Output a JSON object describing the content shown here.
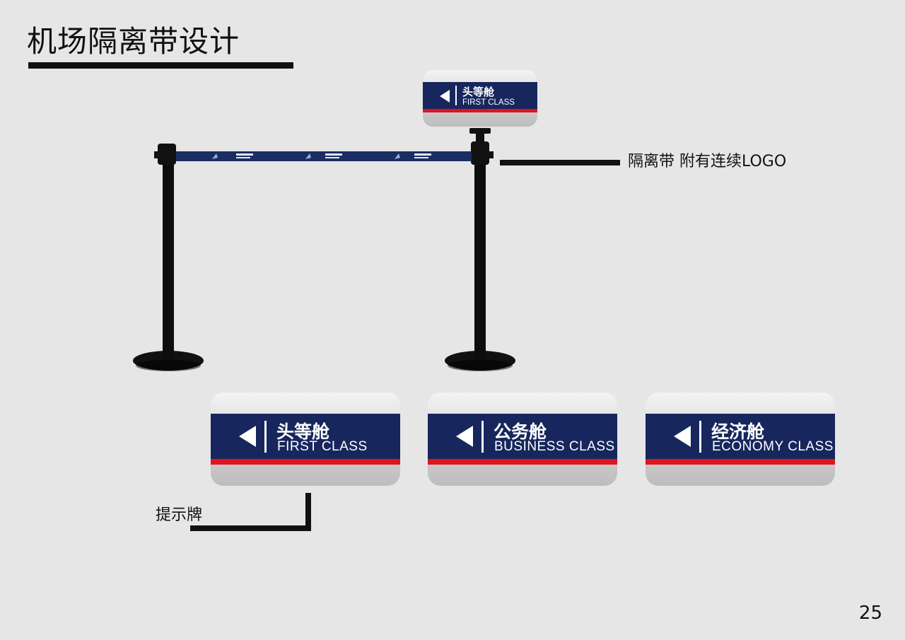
{
  "title": "机场隔离带设计",
  "callouts": {
    "belt": "隔离带 附有连续LOGO",
    "sign": "提示牌"
  },
  "top_sign": {
    "cn": "头等舱",
    "en": "FIRST CLASS"
  },
  "signs": [
    {
      "cn": "头等舱",
      "en": "FIRST CLASS"
    },
    {
      "cn": "公务舱",
      "en": "BUSINESS CLASS"
    },
    {
      "cn": "经济舱",
      "en": "ECONOMY CLASS"
    }
  ],
  "page_number": "25",
  "colors": {
    "navy": "#17265c",
    "red": "#e0141e",
    "post": "#0d0d0d"
  }
}
